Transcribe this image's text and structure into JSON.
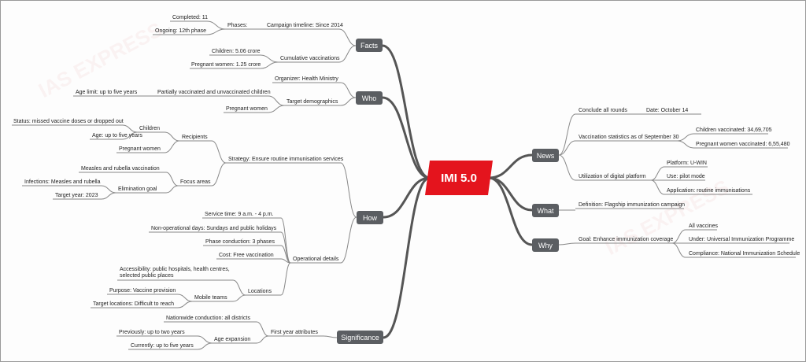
{
  "watermark": "IAS EXPRESS",
  "center": "IMI 5.0",
  "branches": {
    "facts": "Facts",
    "who": "Who",
    "how": "How",
    "significance": "Significance",
    "news": "News",
    "what": "What",
    "why": "Why"
  },
  "facts": {
    "campaign_timeline": "Campaign timeline: Since 2014",
    "phases": "Phases:",
    "completed": "Completed: 11",
    "ongoing": "Ongoing: 12th phase",
    "cumulative": "Cumulative vaccinations",
    "children": "Children: 5.06 crore",
    "pregnant": "Pregnant women: 1.25 crore"
  },
  "who": {
    "organizer": "Organizer: Health Ministry",
    "target": "Target demographics",
    "partially": "Partially vaccinated and unvaccinated children",
    "age_limit": "Age limit: up to five years",
    "pregnant": "Pregnant women"
  },
  "how": {
    "strategy": "Strategy: Ensure routine immunisation services",
    "recipients": "Recipients",
    "children": "Children",
    "status": "Status: missed vaccine doses or dropped out",
    "age": "Age: up to five years",
    "pregnant": "Pregnant women",
    "focus": "Focus areas",
    "measles": "Measles and rubella vaccination",
    "elimination": "Elimination goal",
    "infections": "Infections: Measles and rubella",
    "target_year": "Target year: 2023",
    "operational": "Operational details",
    "service_time": "Service time: 9 a.m. - 4 p.m.",
    "non_operational": "Non-operational days: Sundays and public holidays",
    "phase_conduction": "Phase conduction: 3 phases",
    "cost": "Cost: Free vaccination",
    "locations": "Locations",
    "accessibility": "Accessibility: public hospitals, health centres, selected public places",
    "mobile": "Mobile teams",
    "purpose": "Purpose: Vaccine provision",
    "target_locations": "Target locations: Difficult to reach"
  },
  "significance": {
    "first_year": "First year attributes",
    "nationwide": "Nationwide conduction: all districts",
    "age_expansion": "Age expansion",
    "previously": "Previously: up to two years",
    "currently": "Currently: up to five years"
  },
  "news": {
    "conclude": "Conclude all rounds",
    "date": "Date: October 14",
    "stats": "Vaccination statistics as of September 30",
    "children_vacc": "Children vaccinated: 34,69,705",
    "pregnant_vacc": "Pregnant women vaccinated: 6,55,480",
    "digital": "Utilization of digital platform",
    "platform": "Platform: U-WIN",
    "use": "Use: pilot mode",
    "application": "Application: routine immunisations"
  },
  "what": {
    "definition": "Definition: Flagship immunization campaign"
  },
  "why": {
    "goal": "Goal: Enhance immunization coverage",
    "all_vaccines": "All vaccines",
    "under": "Under: Universal Immunization Programme",
    "compliance": "Compliance: National Immunization Schedule"
  },
  "colors": {
    "center": "#e4141d",
    "branch_box": "#5b5e62",
    "link": "#666666"
  }
}
